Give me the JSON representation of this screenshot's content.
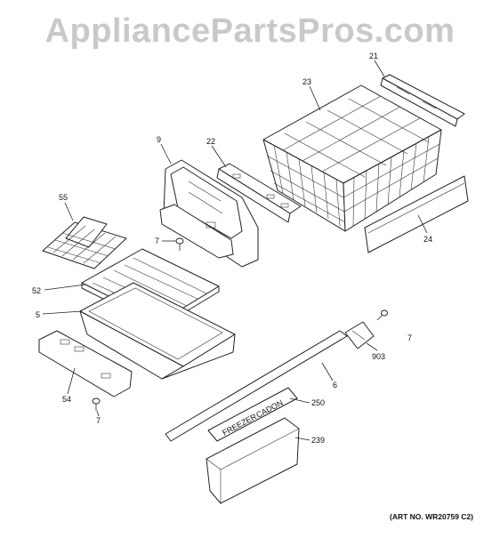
{
  "watermark": "AppliancePartsPros.com",
  "art_number": "(ART NO. WR20759 C2)",
  "callouts": {
    "c21": "21",
    "c23": "23",
    "c9": "9",
    "c22": "22",
    "c55": "55",
    "c7a": "7",
    "c24": "24",
    "c52": "52",
    "c5": "5",
    "c7b": "7",
    "c903": "903",
    "c54": "54",
    "c6": "6",
    "c7c": "7",
    "c250": "250",
    "c239": "239"
  },
  "label_text": {
    "freezer": "FREEZER",
    "cadon": "CADON"
  }
}
